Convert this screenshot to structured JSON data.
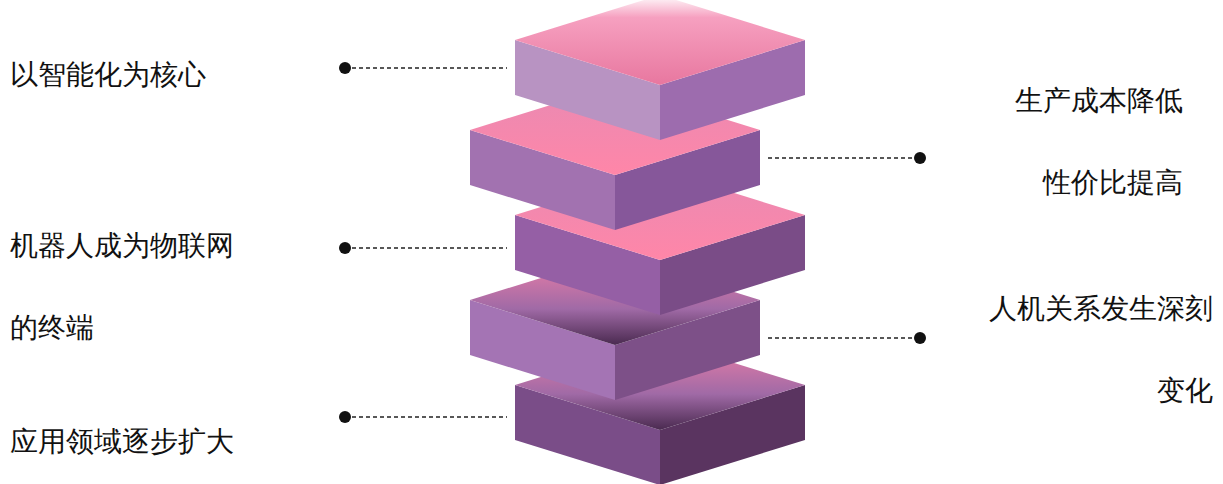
{
  "diagram": {
    "labels": [
      "以智能化为核心",
      "生产成本降低 性价比提高",
      "机器人成为物联网 的终端",
      "人机关系发生深刻 变化",
      "应用领域逐步扩大"
    ]
  }
}
